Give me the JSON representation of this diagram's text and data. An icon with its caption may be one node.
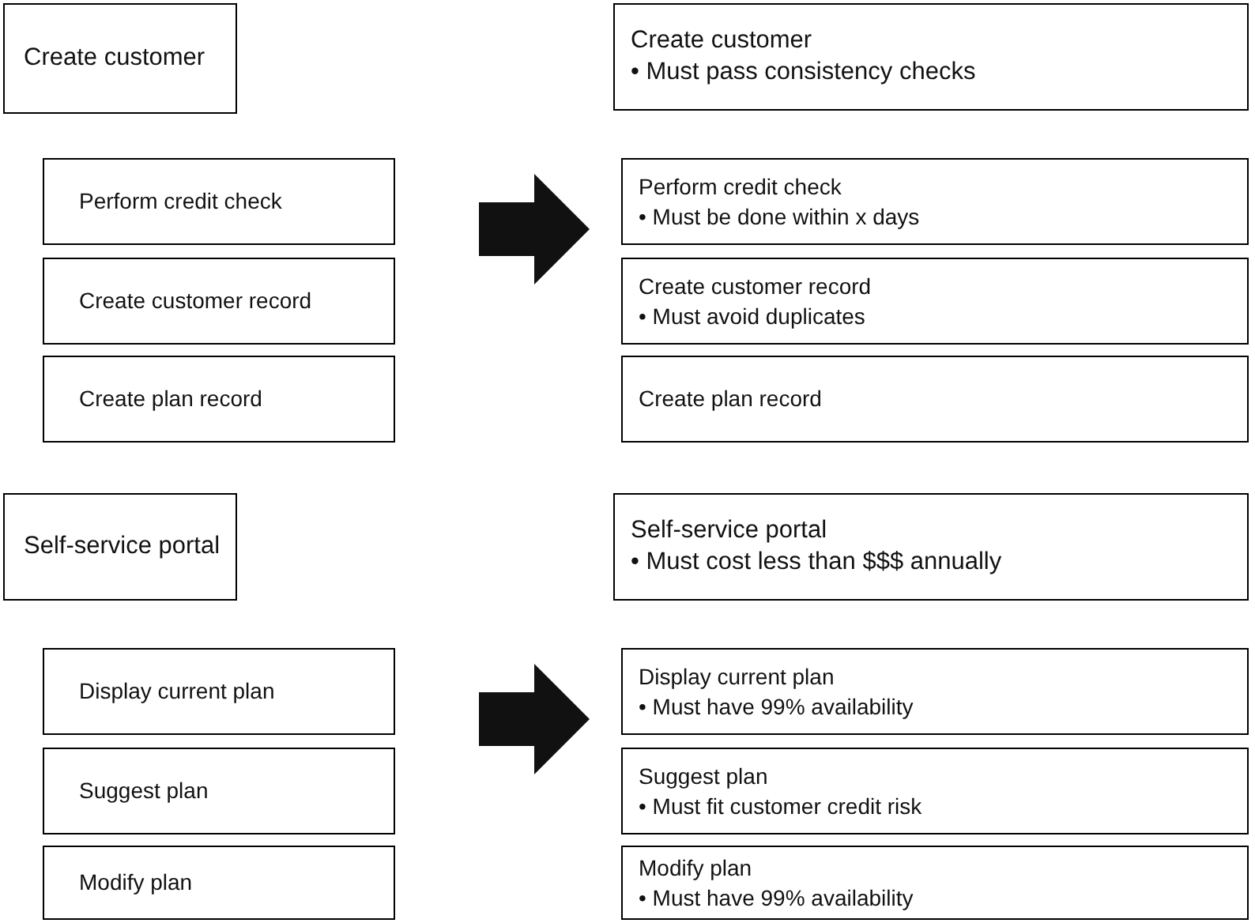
{
  "diagram": {
    "nodes": [
      {
        "text": [
          "Create customer"
        ]
      },
      {
        "text": [
          "Perform credit check"
        ]
      },
      {
        "text": [
          "Create customer record"
        ]
      },
      {
        "text": [
          "Create plan record"
        ]
      },
      {
        "text": [
          "Create customer",
          "• Must pass consistency checks"
        ]
      },
      {
        "text": [
          "Perform credit check",
          "• Must be done within x days"
        ]
      },
      {
        "text": [
          "Create customer record",
          "• Must avoid duplicates"
        ]
      },
      {
        "text": [
          "Create plan record"
        ]
      },
      {
        "text": [
          "Self-service portal"
        ]
      },
      {
        "text": [
          "Display current plan"
        ]
      },
      {
        "text": [
          "Suggest plan"
        ]
      },
      {
        "text": [
          "Modify plan"
        ]
      },
      {
        "text": [
          "Self-service portal",
          "• Must cost less than $$$ annually"
        ]
      },
      {
        "text": [
          "Display current plan",
          "• Must have 99% availability"
        ]
      },
      {
        "text": [
          "Suggest plan",
          "• Must fit customer credit risk"
        ]
      },
      {
        "text": [
          "Modify plan",
          "• Must have 99% availability"
        ]
      }
    ],
    "edges": []
  }
}
